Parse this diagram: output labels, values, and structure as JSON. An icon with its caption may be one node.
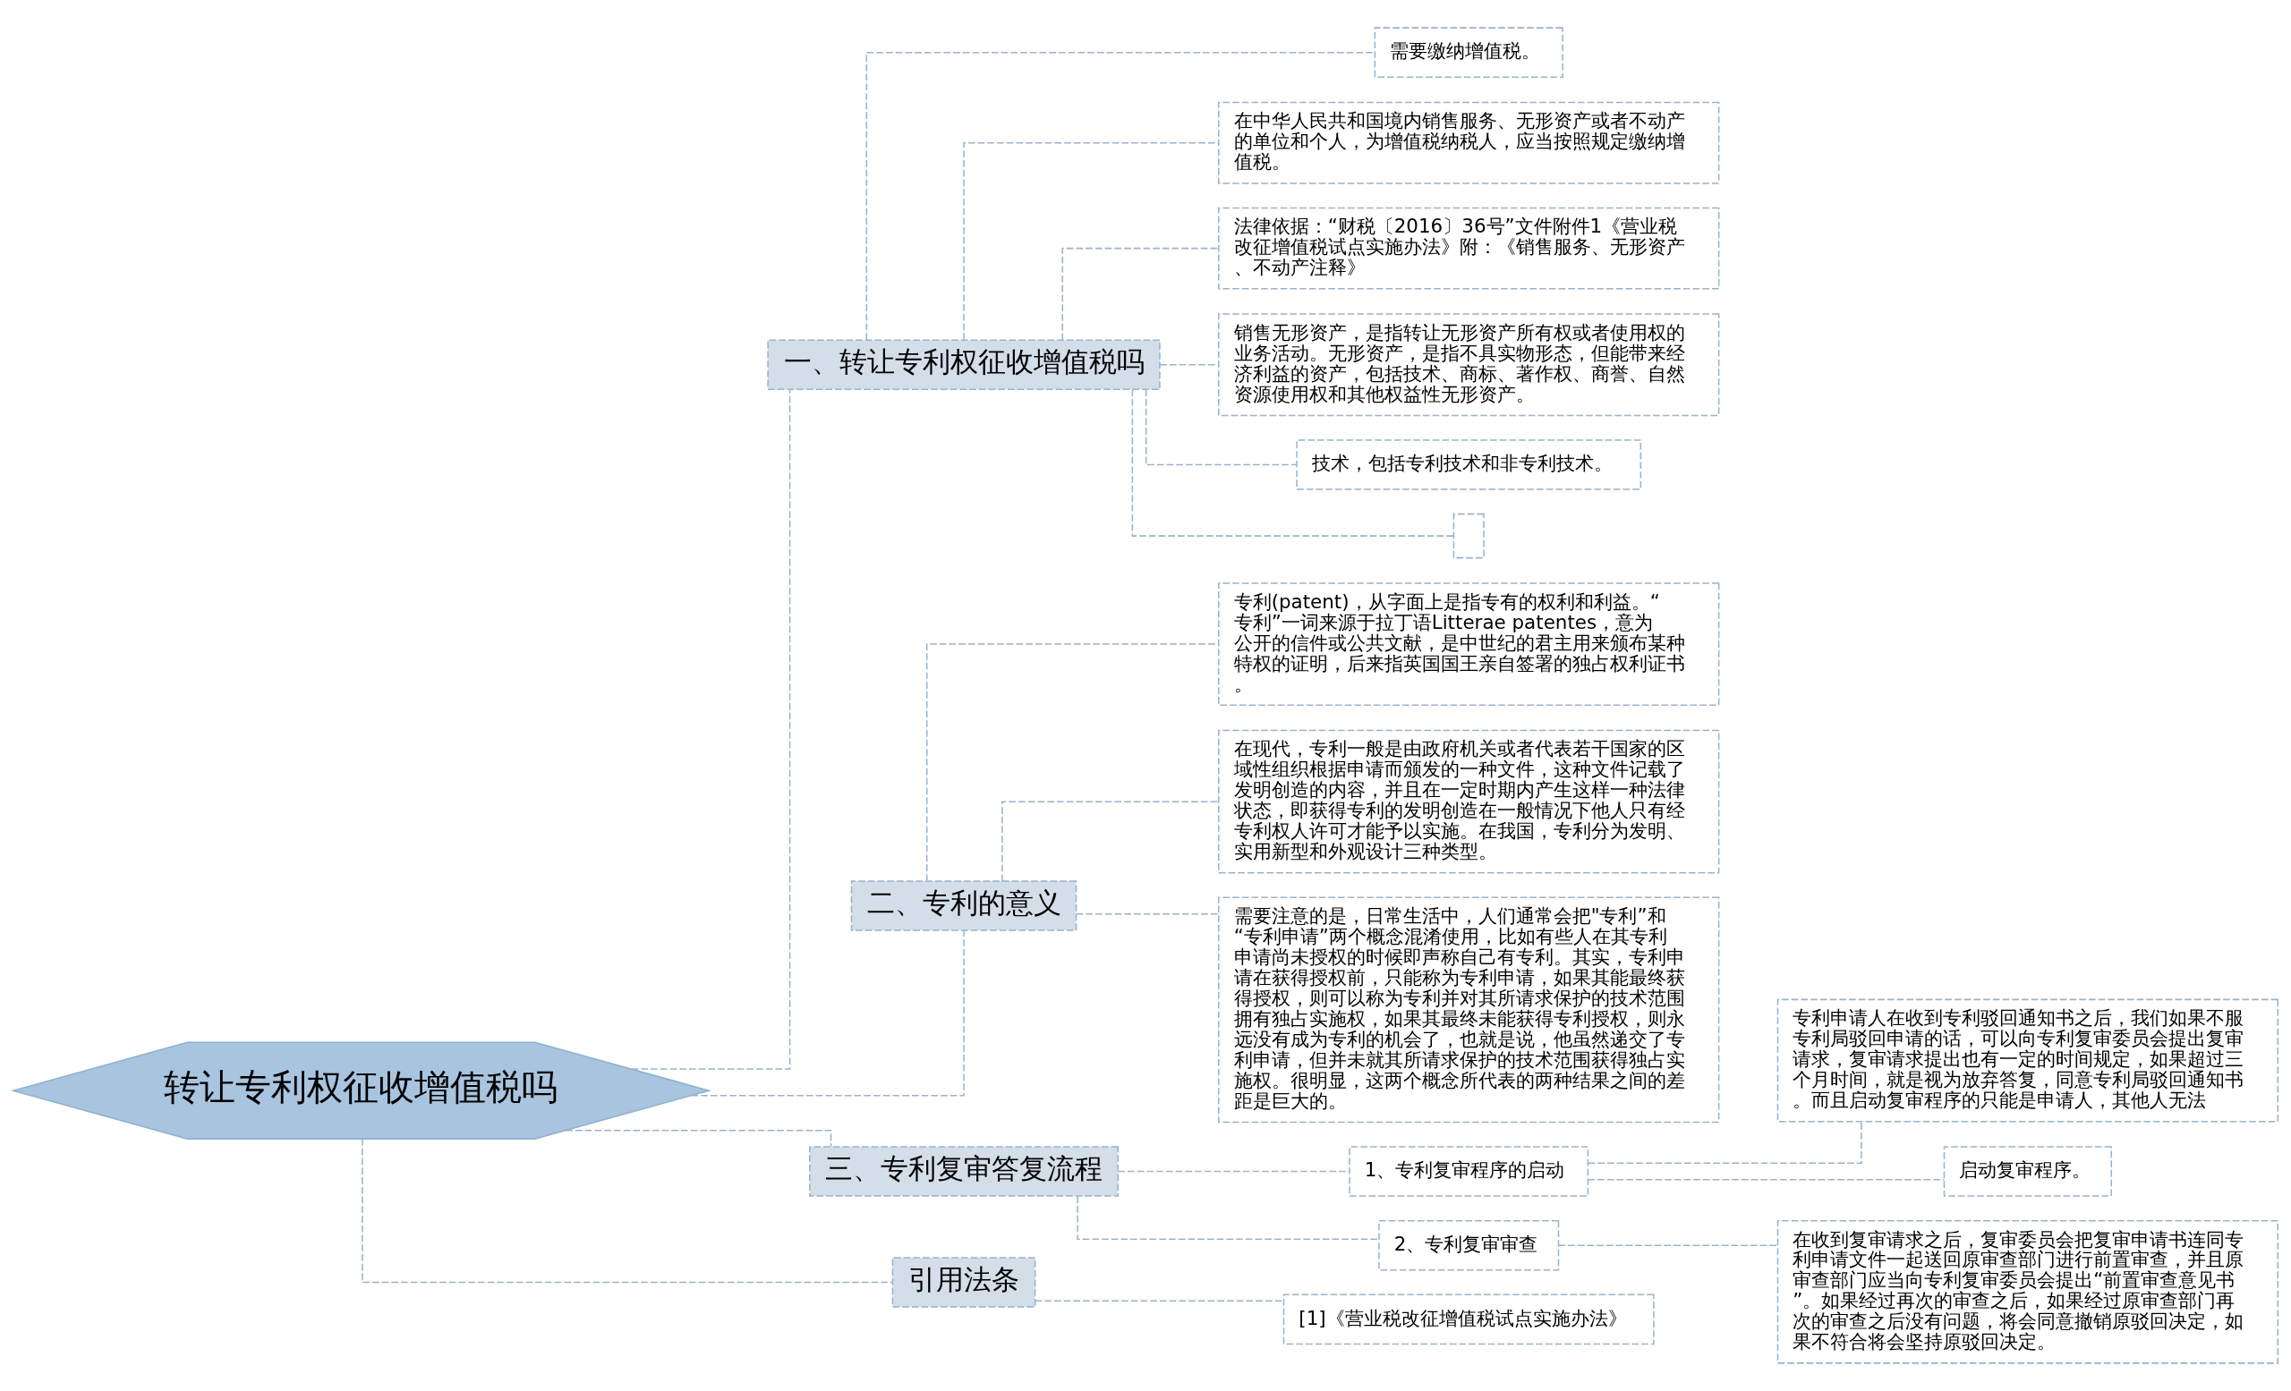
{
  "diagram": {
    "nodes": [
      {
        "text": [
          "转让专利权征收增值税吗"
        ]
      },
      {
        "text": [
          "一、转让专利权征收增值税吗"
        ]
      },
      {
        "text": [
          "需要缴纳增值税。"
        ]
      },
      {
        "text": [
          "在中华人民共和国境内销售服务、无形资产或者不动产的单位和个人，为增值税纳税人，应当按照规定缴纳增值税。"
        ]
      },
      {
        "text": [
          "法律依据：“财税〔2016〕36号”文件附件1《营业税改征增值税试点实施办法》附：《销售服务、无形资产、不动产注释》"
        ]
      },
      {
        "text": [
          "销售无形资产，是指转让无形资产所有权或者使用权的业务活动。无形资产，是指不具实物形态，但能带来经济利益的资产，包括技术、商标、著作权、商誉、自然资源使用权和其他权益性无形资产。"
        ]
      },
      {
        "text": [
          "技术，包括专利技术和非专利技术。"
        ]
      },
      {
        "text": [],
        "shape": "box"
      },
      {
        "text": [
          "二、专利的意义"
        ]
      },
      {
        "text": [
          "专利(patent)，从字面上是指专有的权利和利益。“专利”一词来源于拉丁语Litterae patentes，意为公开的信件或公共文献，是中世纪的君主用来颁布某种特权的证明，后来指英国国王亲自签署的独占权利证书。"
        ]
      },
      {
        "text": [
          "在现代，专利一般是由政府机关或者代表若干国家的区域性组织根据申请而颁发的一种文件，这种文件记载了发明创造的内容，并且在一定时期内产生这样一种法律状态，即获得专利的发明创造在一般情况下他人只有经专利权人许可才能予以实施。在我国，专利分为发明、实用新型和外观设计三种类型。"
        ]
      },
      {
        "text": [
          "需要注意的是，日常生活中，人们通常会把\"专利”和“专利申请”两个概念混淆使用，比如有些人在其专利申请尚未授权的时候即声称自己有专利。其实，专利申请在获得授权前，只能称为专利申请，如果其能最终获得授权，则可以称为专利并对其所请求保护的技术范围拥有独占实施权，如果其最终未能获得专利授权，则永远没有成为专利的机会了，也就是说，他虽然递交了专利申请，但并未就其所请求保护的技术范围获得独占实施权。很明显，这两个概念所代表的两种结果之间的差距是巨大的。"
        ]
      },
      {
        "text": [
          "三、专利复审答复流程"
        ]
      },
      {
        "text": [
          "1、专利复审程序的启动"
        ]
      },
      {
        "text": [
          "专利申请人在收到专利驳回通知书之后，我们如果不服专利局驳回申请的话，可以向专利复审委员会提出复审请求，复审请求提出也有一定的时间规定，如果超过三个月时间，就是视为放弃答复，同意专利局驳回通知书。而且启动复审程序的只能是申请人，其他人无法"
        ]
      },
      {
        "text": [
          "启动复审程序。"
        ]
      },
      {
        "text": [
          "2、专利复审审查"
        ]
      },
      {
        "text": [
          "在收到复审请求之后，复审委员会把复审申请书连同专利申请文件一起送回原审查部门进行前置审查，并且原审查部门应当向专利复审委员会提出“前置审查意见书”。如果经过再次的审查之后，如果经过原审查部门再次的审查之后没有问题，将会同意撤销原驳回决定，如果不符合将会坚持原驳回决定。"
        ]
      },
      {
        "text": [
          "引用法条"
        ]
      },
      {
        "text": [
          "[1]《营业税改征增值税试点实施办法》"
        ]
      }
    ],
    "edges": [
      {
        "from": 0,
        "to": 1,
        "arrow": "none"
      },
      {
        "from": 1,
        "to": 2,
        "arrow": "none"
      },
      {
        "from": 1,
        "to": 3,
        "arrow": "none"
      },
      {
        "from": 1,
        "to": 4,
        "arrow": "none"
      },
      {
        "from": 1,
        "to": 5,
        "arrow": "none"
      },
      {
        "from": 1,
        "to": 6,
        "arrow": "none"
      },
      {
        "from": 1,
        "to": 7,
        "arrow": "none"
      },
      {
        "from": 0,
        "to": 8,
        "arrow": "none"
      },
      {
        "from": 8,
        "to": 9,
        "arrow": "none"
      },
      {
        "from": 8,
        "to": 10,
        "arrow": "none"
      },
      {
        "from": 8,
        "to": 11,
        "arrow": "none"
      },
      {
        "from": 0,
        "to": 12,
        "arrow": "none"
      },
      {
        "from": 12,
        "to": 13,
        "arrow": "none"
      },
      {
        "from": 13,
        "to": 14,
        "arrow": "none"
      },
      {
        "from": 13,
        "to": 15,
        "arrow": "none"
      },
      {
        "from": 12,
        "to": 16,
        "arrow": "none"
      },
      {
        "from": 16,
        "to": 17,
        "arrow": "none"
      },
      {
        "from": 0,
        "to": 18,
        "arrow": "none"
      },
      {
        "from": 18,
        "to": 19,
        "arrow": "none"
      }
    ]
  }
}
